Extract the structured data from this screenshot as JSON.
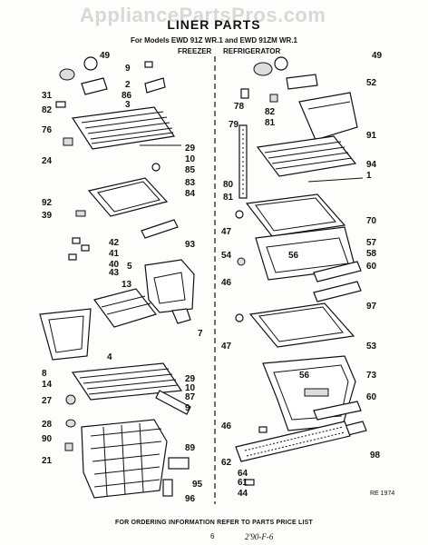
{
  "watermark": "AppliancePartsPros.com",
  "title": "LINER PARTS",
  "subtitle": "For Models EWD 91Z WR.1 and EWD 91ZM WR.1",
  "columns": {
    "freezer": "FREEZER",
    "refrigerator": "REFRIGERATOR"
  },
  "footer": "FOR ORDERING INFORMATION REFER TO PARTS PRICE LIST",
  "page_number": "6",
  "handwritten": "2'90-F-6",
  "code": "RE 1974",
  "callouts_freezer": [
    "49",
    "9",
    "2",
    "86",
    "3",
    "31",
    "82",
    "76",
    "29",
    "10",
    "85",
    "24",
    "83",
    "84",
    "92",
    "39",
    "93",
    "42",
    "41",
    "40",
    "43",
    "5",
    "13",
    "7",
    "8",
    "4",
    "14",
    "29",
    "10",
    "87",
    "27",
    "28",
    "90",
    "9",
    "89",
    "21",
    "95",
    "96"
  ],
  "callouts_refrigerator": [
    "49",
    "52",
    "78",
    "82",
    "81",
    "79",
    "91",
    "94",
    "1",
    "80",
    "81",
    "70",
    "47",
    "54",
    "56",
    "57",
    "58",
    "60",
    "46",
    "97",
    "47",
    "53",
    "56",
    "73",
    "60",
    "46",
    "62",
    "64",
    "61",
    "44",
    "98"
  ]
}
